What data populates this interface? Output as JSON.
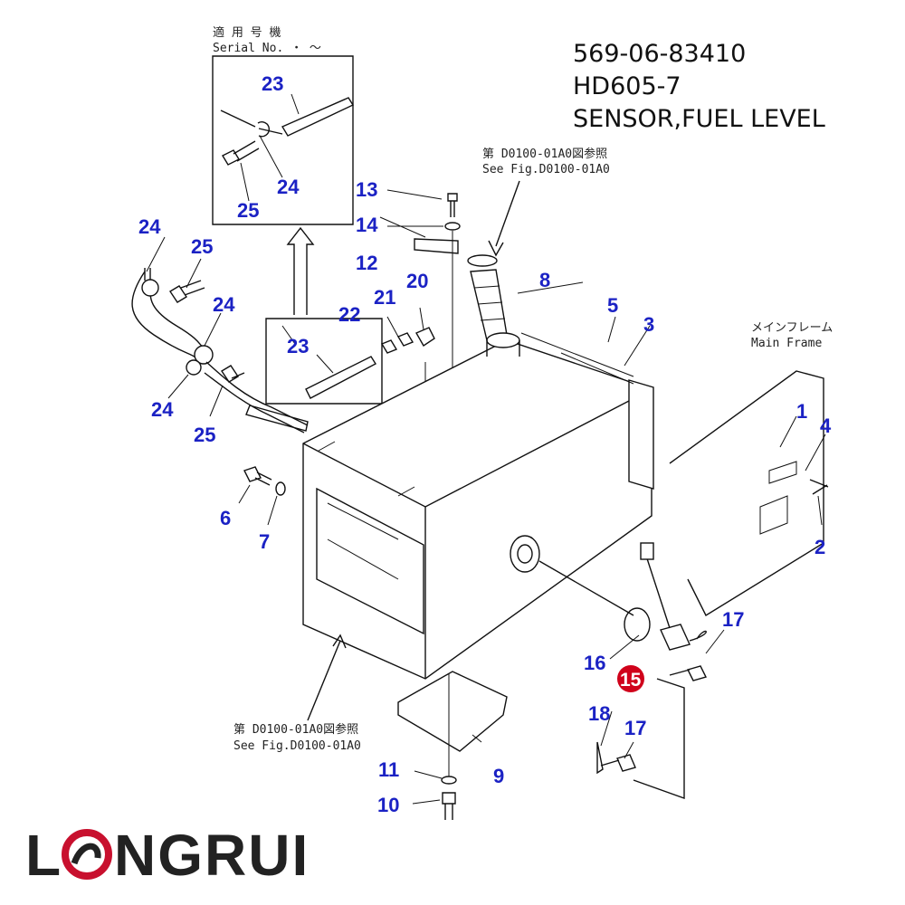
{
  "title": {
    "part_number": "569-06-83410",
    "model": "HD605-7",
    "description": "SENSOR,FUEL LEVEL"
  },
  "notes": {
    "serial_jp": "適 用 号 機",
    "serial_en": "Serial No.  ・  ～",
    "see_fig_top_jp": "第 D0100-01A0図参照",
    "see_fig_top_en": "See Fig.D0100-01A0",
    "see_fig_bottom_jp": "第 D0100-01A0図参照",
    "see_fig_bottom_en": "See Fig.D0100-01A0",
    "main_frame_jp": "メインフレーム",
    "main_frame_en": "Main Frame"
  },
  "callouts": [
    {
      "id": "c23a",
      "label": "23"
    },
    {
      "id": "c24a",
      "label": "24"
    },
    {
      "id": "c25a",
      "label": "25"
    },
    {
      "id": "c13",
      "label": "13"
    },
    {
      "id": "c14",
      "label": "14"
    },
    {
      "id": "c12",
      "label": "12"
    },
    {
      "id": "c20",
      "label": "20"
    },
    {
      "id": "c21",
      "label": "21"
    },
    {
      "id": "c22",
      "label": "22"
    },
    {
      "id": "c23b",
      "label": "23"
    },
    {
      "id": "c8",
      "label": "8"
    },
    {
      "id": "c5",
      "label": "5"
    },
    {
      "id": "c3",
      "label": "3"
    },
    {
      "id": "c24b",
      "label": "24"
    },
    {
      "id": "c25b",
      "label": "25"
    },
    {
      "id": "c24c",
      "label": "24"
    },
    {
      "id": "c24d",
      "label": "24"
    },
    {
      "id": "c25c",
      "label": "25"
    },
    {
      "id": "c1",
      "label": "1"
    },
    {
      "id": "c4",
      "label": "4"
    },
    {
      "id": "c2",
      "label": "2"
    },
    {
      "id": "c6",
      "label": "6"
    },
    {
      "id": "c7",
      "label": "7"
    },
    {
      "id": "c17a",
      "label": "17"
    },
    {
      "id": "c16",
      "label": "16"
    },
    {
      "id": "c18",
      "label": "18"
    },
    {
      "id": "c17b",
      "label": "17"
    },
    {
      "id": "c11",
      "label": "11"
    },
    {
      "id": "c9",
      "label": "9"
    },
    {
      "id": "c10",
      "label": "10"
    }
  ],
  "highlight": {
    "label": "15",
    "color": "#d0021b"
  },
  "logo": {
    "text_left": "L",
    "text_right": "NGRUI",
    "accent": "#c8102e",
    "base": "#222222"
  },
  "colors": {
    "callout": "#1b22c4",
    "line": "#111111"
  }
}
